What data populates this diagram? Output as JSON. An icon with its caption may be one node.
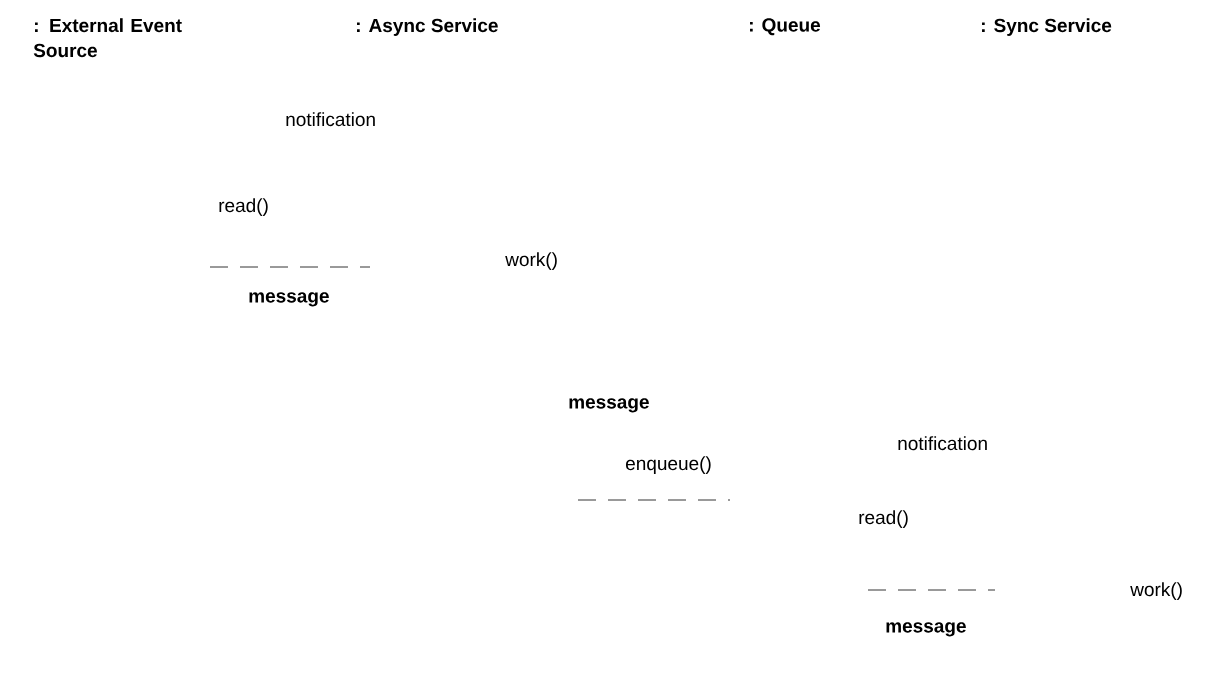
{
  "diagram": {
    "labels": [
      ": External Event Source",
      ": Async Service",
      ": Queue",
      ": Sync Service",
      "notification",
      "read()",
      "work()",
      "message",
      "message",
      "enqueue()",
      "notification",
      "read()",
      "work()",
      "message"
    ]
  }
}
